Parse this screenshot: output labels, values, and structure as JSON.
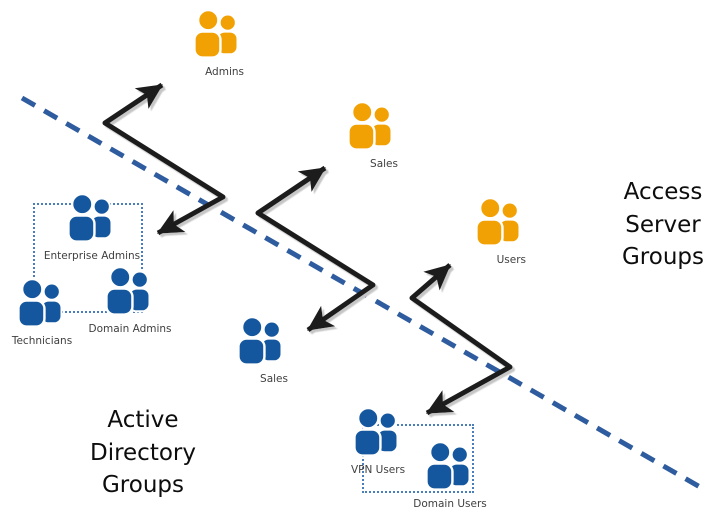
{
  "headings": {
    "access_server": "Access\nServer\nGroups",
    "active_directory": "Active\nDirectory\nGroups"
  },
  "nodes": {
    "admins": {
      "label": "Admins",
      "region": "access_server",
      "icon": "user-group-icon"
    },
    "sales_access": {
      "label": "Sales",
      "region": "access_server",
      "icon": "user-group-icon"
    },
    "users": {
      "label": "Users",
      "region": "access_server",
      "icon": "user-group-icon"
    },
    "enterprise_admins": {
      "label": "Enterprise Admins",
      "region": "active_directory",
      "icon": "user-group-icon"
    },
    "domain_admins": {
      "label": "Domain Admins",
      "region": "active_directory",
      "icon": "user-group-icon"
    },
    "technicians": {
      "label": "Technicians",
      "region": "active_directory",
      "icon": "user-group-icon"
    },
    "sales_ad": {
      "label": "Sales",
      "region": "active_directory",
      "icon": "user-group-icon"
    },
    "vpn_users": {
      "label": "VPN Users",
      "region": "active_directory",
      "icon": "user-group-icon"
    },
    "domain_users": {
      "label": "Domain Users",
      "region": "active_directory",
      "icon": "user-group-icon"
    }
  },
  "connections": [
    {
      "from": "Enterprise Admins",
      "to": "Admins",
      "bidirectional": true
    },
    {
      "from": "Sales",
      "to": "Sales",
      "bidirectional": true
    },
    {
      "from": "VPN Users",
      "to": "Users",
      "bidirectional": true
    }
  ],
  "colors": {
    "access_server_icon": "#f2a104",
    "active_directory_icon": "#15579e",
    "divider": "#2e5c9e",
    "arrow": "#1a1a1a",
    "arrow_shadow": "#c6c6c6",
    "selection_box": "#4a7ebb",
    "label_text": "#3f3f3f",
    "heading_text": "#0d0d0d"
  }
}
